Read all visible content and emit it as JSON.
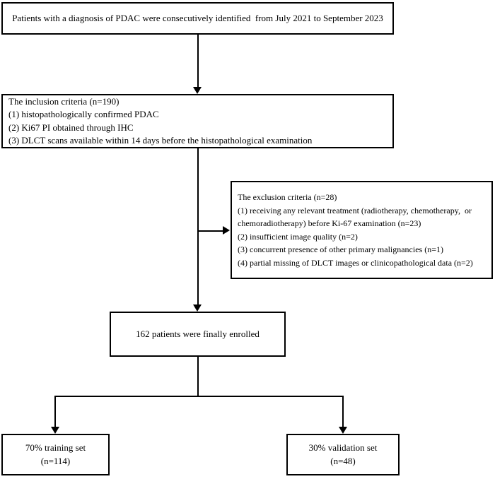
{
  "colors": {
    "background": "#ffffff",
    "line": "#000000",
    "text": "#000000"
  },
  "boxes": {
    "identified": {
      "text": "Patients with a diagnosis of PDAC were consecutively identified  from July 2021 to September 2023"
    },
    "inclusion": {
      "lines": [
        "The inclusion criteria (n=190)",
        "(1) histopathologically confirmed PDAC",
        "(2) Ki67 PI obtained through IHC",
        "(3) DLCT scans available within 14 days before the histopathological examination"
      ]
    },
    "exclusion": {
      "lines": [
        "The exclusion criteria (n=28)",
        "(1) receiving any relevant treatment (radiotherapy, chemotherapy,  or",
        "chemoradiotherapy) before Ki-67 examination (n=23)",
        "(2) insufficient image quality (n=2)",
        "(3) concurrent presence of other primary malignancies (n=1)",
        "(4) partial missing of DLCT images or clinicopathological data (n=2)"
      ]
    },
    "enrolled": {
      "text": "162 patients were finally enrolled"
    },
    "training": {
      "lines": [
        "70% training set",
        "(n=114)"
      ]
    },
    "validation": {
      "lines": [
        "30% validation set",
        "(n=48)"
      ]
    }
  }
}
